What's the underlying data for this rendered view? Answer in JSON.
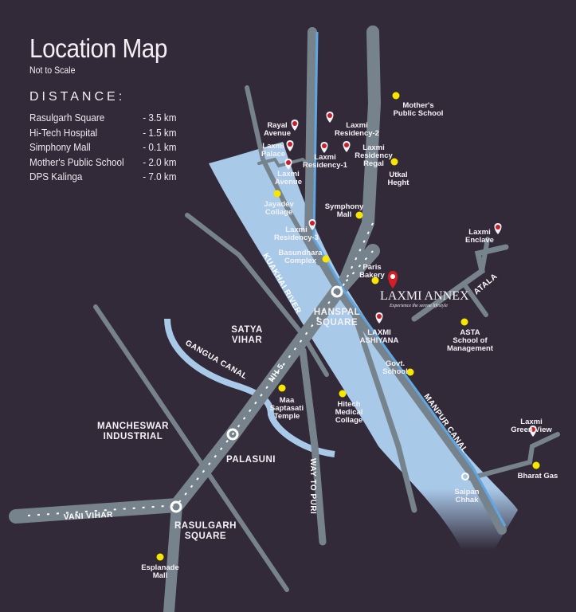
{
  "header": {
    "title": "Location Map",
    "subtitle": "Not to Scale",
    "distance_heading": "DISTANCE:"
  },
  "distances": [
    {
      "place": "Rasulgarh Square",
      "value": "-  3.5 km"
    },
    {
      "place": "Hi-Tech Hospital",
      "value": "-  1.5 km"
    },
    {
      "place": "Simphony Mall",
      "value": "-  0.1 km"
    },
    {
      "place": "Mother's Public School",
      "value": "-  2.0 km"
    },
    {
      "place": "DPS Kalinga",
      "value": "-  7.0 km"
    }
  ],
  "project": {
    "name": "LAXMI ANNEX",
    "tagline": "Experience the serene lifestyle"
  },
  "colors": {
    "background": "#322a39",
    "road": "#77838c",
    "river": "#a9c9e9",
    "canal": "#5fa6e2",
    "residential_pin": "#c8202a",
    "landmark_dot": "#f6e600"
  },
  "map": {
    "project_pins": [
      {
        "icon": "red-map-pin",
        "lines": [
          "Rayal",
          "Avenue"
        ]
      },
      {
        "icon": "red-map-pin",
        "lines": [
          "Laxmi",
          "Residency-2"
        ]
      },
      {
        "icon": "red-map-pin",
        "lines": [
          "Laxmi",
          "Palace"
        ]
      },
      {
        "icon": "red-map-pin",
        "lines": [
          "Laxmi",
          "Residency-1"
        ]
      },
      {
        "icon": "red-map-pin",
        "lines": [
          "Laxmi",
          "Residency",
          "Regal"
        ]
      },
      {
        "icon": "red-map-pin",
        "lines": [
          "Laxmi",
          "Avenue"
        ]
      },
      {
        "icon": "red-map-pin",
        "lines": [
          "Laxmi",
          "Residency-3"
        ]
      },
      {
        "icon": "red-map-pin",
        "lines": [
          "LAXMI",
          "ASHIYANA"
        ]
      },
      {
        "icon": "red-map-pin",
        "lines": [
          "Laxmi",
          "Enclave"
        ]
      },
      {
        "icon": "red-map-pin",
        "lines": [
          "Laxmi",
          "Green View"
        ]
      }
    ],
    "landmarks": [
      {
        "icon": "yellow-dot",
        "lines": [
          "Mother's",
          "Public School"
        ]
      },
      {
        "icon": "yellow-dot",
        "lines": [
          "Utkal",
          "Heght"
        ]
      },
      {
        "icon": "yellow-dot",
        "lines": [
          "Jayadev",
          "Collage"
        ]
      },
      {
        "icon": "yellow-dot",
        "lines": [
          "Symphony",
          "Mall"
        ]
      },
      {
        "icon": "yellow-dot",
        "lines": [
          "Basundhara",
          "Complex"
        ]
      },
      {
        "icon": "yellow-dot",
        "lines": [
          "Paris",
          "Bakery"
        ]
      },
      {
        "icon": "yellow-dot",
        "lines": [
          "ASTA",
          "School of",
          "Management"
        ]
      },
      {
        "icon": "yellow-dot",
        "lines": [
          "Govt.",
          "School"
        ]
      },
      {
        "icon": "yellow-dot",
        "lines": [
          "Hitech",
          "Medical",
          "Collage"
        ]
      },
      {
        "icon": "yellow-dot",
        "lines": [
          "Maa",
          "Saptasati",
          "Temple"
        ]
      },
      {
        "icon": "yellow-dot",
        "lines": [
          "Esplanade",
          "Mall"
        ]
      },
      {
        "icon": "yellow-dot",
        "lines": [
          "Bharat Gas"
        ]
      }
    ],
    "junctions": [
      {
        "icon": "ring",
        "lines": [
          "HANSPAL",
          "SQUARE"
        ]
      },
      {
        "icon": "ring",
        "lines": [
          "PALASUNI"
        ]
      },
      {
        "icon": "ring",
        "lines": [
          "RASULGARH",
          "SQUARE"
        ]
      },
      {
        "icon": "ring",
        "lines": [
          "Saipan",
          "Chhak"
        ]
      }
    ],
    "areas": [
      {
        "lines": [
          "SATYA",
          "VIHAR"
        ]
      },
      {
        "lines": [
          "MANCHESWAR",
          "INDUSTRIAL"
        ]
      }
    ],
    "road_labels": {
      "nh5": "NH-5",
      "vani_vihar": "VANI VIHAR",
      "way_to_puri": "WAY TO PURI",
      "atala": "ATALA",
      "gangua_canal": "GANGUA CANAL",
      "river": "KUAKHAI RIVER",
      "canal": "MANPUR CANAL"
    }
  }
}
